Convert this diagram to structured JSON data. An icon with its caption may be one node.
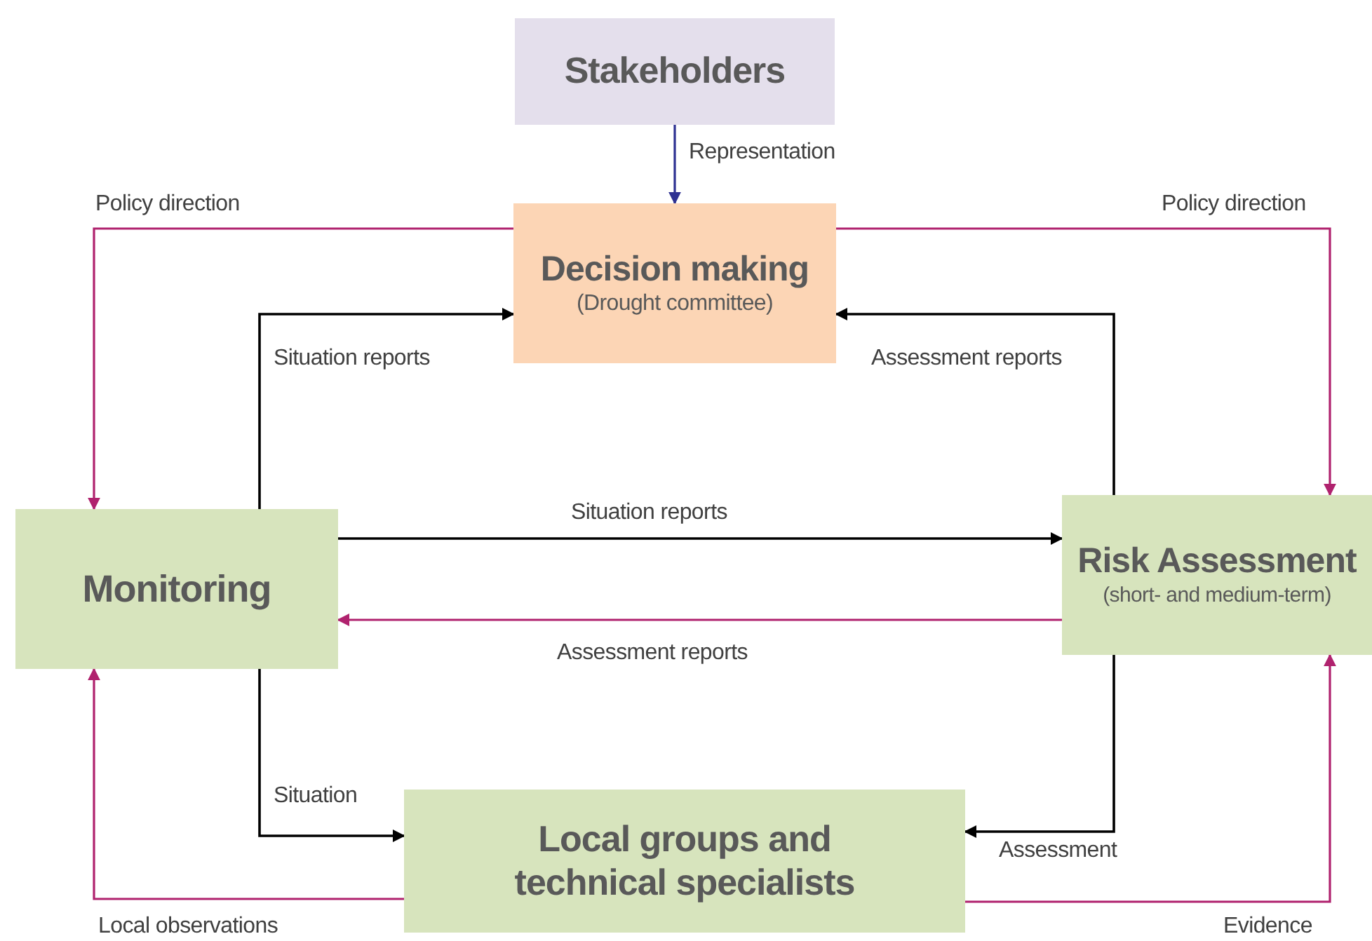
{
  "diagram": {
    "nodes": [
      {
        "text": [
          "Stakeholders"
        ]
      },
      {
        "text": [
          "Decision making",
          "(Drought committee)"
        ]
      },
      {
        "text": [
          "Monitoring"
        ]
      },
      {
        "text": [
          "Risk Assessment",
          "(short- and medium-term)"
        ]
      },
      {
        "text": [
          "Local groups and technical specialists"
        ]
      }
    ],
    "edges": [
      {
        "from": 0,
        "to": 1,
        "arrow": "to",
        "label": "Representation",
        "color": "#2e3192"
      },
      {
        "from": 1,
        "to": 2,
        "arrow": "to",
        "label": "Policy direction",
        "color": "#b0226e"
      },
      {
        "from": 1,
        "to": 3,
        "arrow": "to",
        "label": "Policy direction",
        "color": "#b0226e"
      },
      {
        "from": 2,
        "to": 1,
        "arrow": "to",
        "label": "Situation reports",
        "color": "#000000"
      },
      {
        "from": 3,
        "to": 1,
        "arrow": "to",
        "label": "Assessment reports",
        "color": "#000000"
      },
      {
        "from": 2,
        "to": 3,
        "arrow": "to",
        "label": "Situation reports",
        "color": "#000000"
      },
      {
        "from": 3,
        "to": 2,
        "arrow": "to",
        "label": "Assessment reports",
        "color": "#b0226e"
      },
      {
        "from": 2,
        "to": 4,
        "arrow": "to",
        "label": "Situation",
        "color": "#000000"
      },
      {
        "from": 3,
        "to": 4,
        "arrow": "to",
        "label": "Assessment",
        "color": "#000000"
      },
      {
        "from": 4,
        "to": 2,
        "arrow": "to",
        "label": "Local observations",
        "color": "#b0226e"
      },
      {
        "from": 4,
        "to": 3,
        "arrow": "to",
        "label": "Evidence",
        "color": "#b0226e"
      }
    ]
  }
}
